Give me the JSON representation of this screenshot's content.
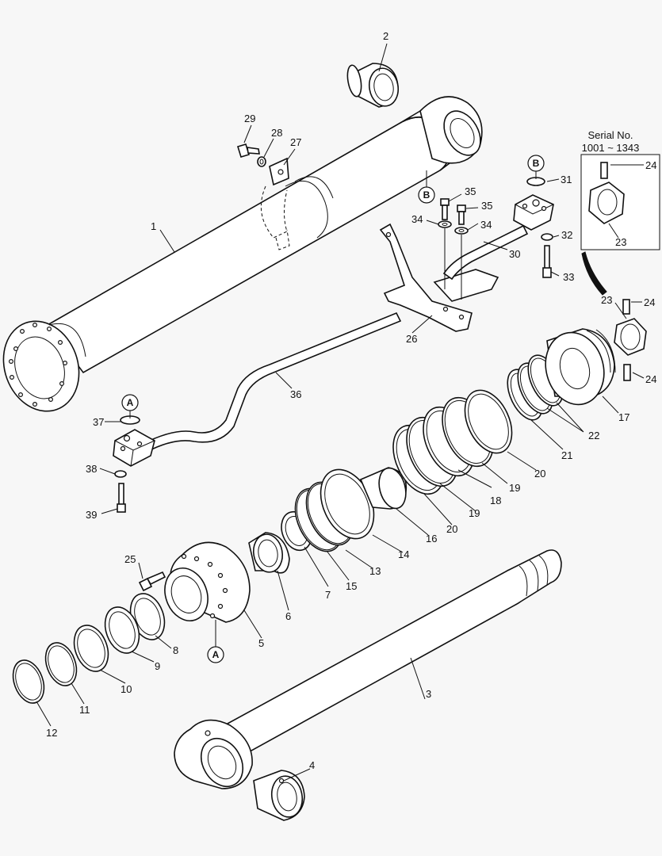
{
  "labels": {
    "n1": "1",
    "n2": "2",
    "n3": "3",
    "n4": "4",
    "n5": "5",
    "n6": "6",
    "n7": "7",
    "n8": "8",
    "n9": "9",
    "n10": "10",
    "n11": "11",
    "n12": "12",
    "n13": "13",
    "n14": "14",
    "n15": "15",
    "n16": "16",
    "n17": "17",
    "n18": "18",
    "n19a": "19",
    "n19b": "19",
    "n20a": "20",
    "n20b": "20",
    "n21": "21",
    "n22": "22",
    "n23a": "23",
    "n23b": "23",
    "n24a": "24",
    "n24b": "24",
    "n24c": "24",
    "n25": "25",
    "n26": "26",
    "n27": "27",
    "n28": "28",
    "n29": "29",
    "n30": "30",
    "n31": "31",
    "n32": "32",
    "n33": "33",
    "n34a": "34",
    "n34b": "34",
    "n35a": "35",
    "n35b": "35",
    "n36": "36",
    "n37": "37",
    "n38": "38",
    "n39": "39"
  },
  "refs": {
    "a1": "A",
    "a2": "A",
    "b1": "B",
    "b2": "B"
  },
  "serial": {
    "title": "Serial No.",
    "range": "1001 ~ 1343"
  }
}
